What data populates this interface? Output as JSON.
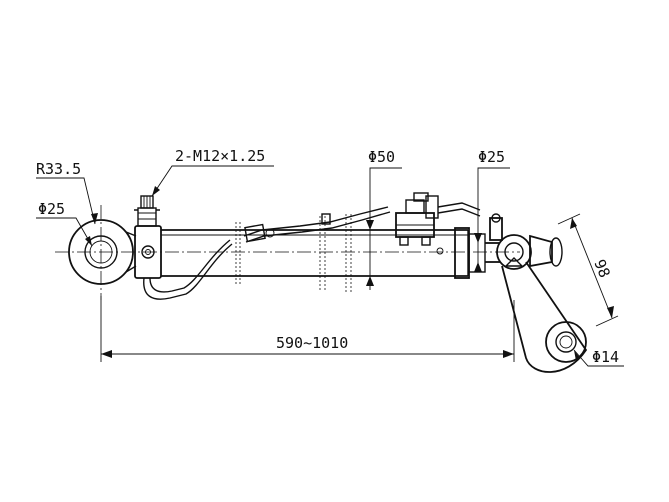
{
  "drawing": {
    "dimensions": {
      "eye_radius": "R33.5",
      "thread_spec": "2-M12×1.25",
      "eye_bore_diameter": "Φ25",
      "cylinder_diameter": "Φ50",
      "rod_diameter": "Φ25",
      "arm_pin_diameter": "Φ14",
      "arm_length": "98",
      "length_range": "590~1010"
    }
  }
}
